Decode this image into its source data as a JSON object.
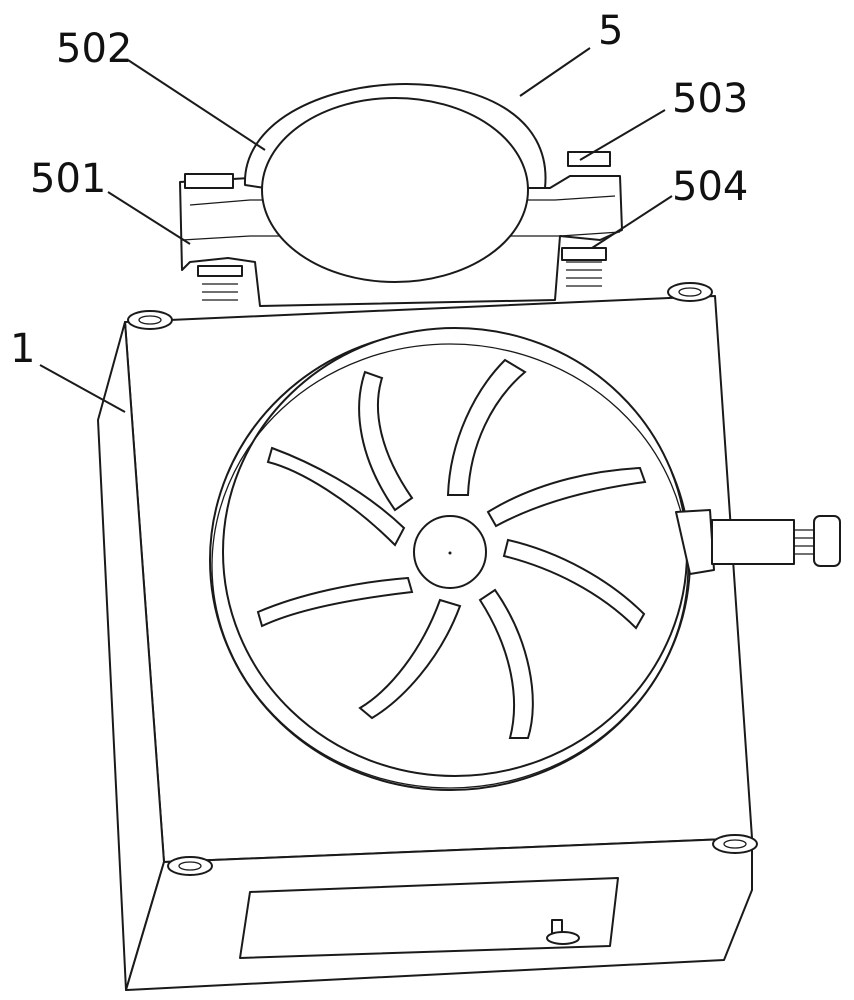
{
  "labels": {
    "clamp": "5",
    "clamp_ring": "502",
    "clamp_bolt": "503",
    "clamp_base": "501",
    "clamp_spring": "504",
    "housing": "1"
  },
  "colors": {
    "line": "#1a1a1a",
    "paper": "#ffffff"
  }
}
